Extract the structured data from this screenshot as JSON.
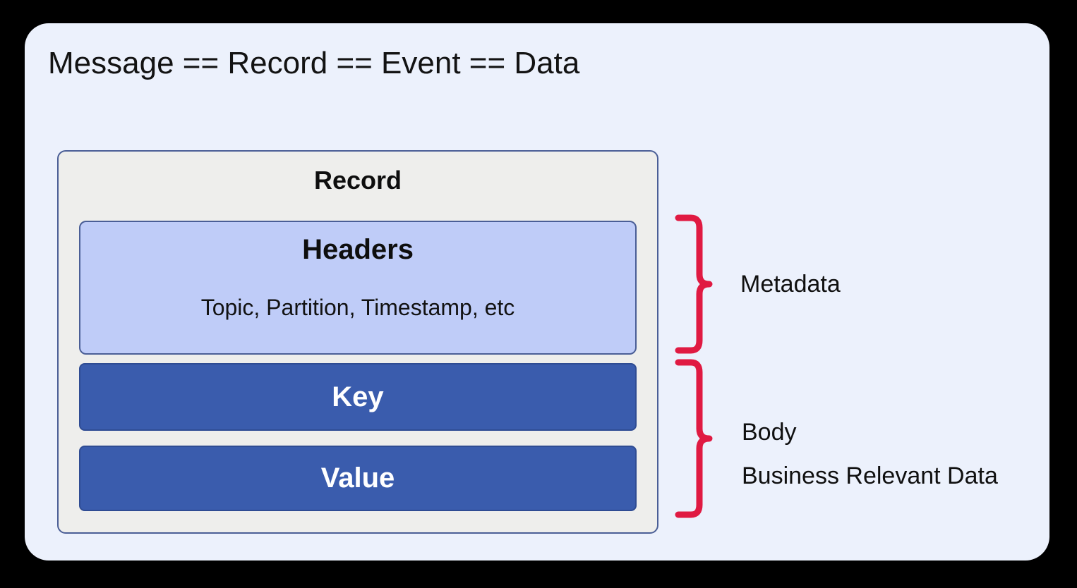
{
  "title": "Message == Record == Event == Data",
  "record": {
    "label": "Record",
    "headers": {
      "title": "Headers",
      "subtitle": "Topic, Partition, Timestamp, etc"
    },
    "key": {
      "label": "Key"
    },
    "value": {
      "label": "Value"
    }
  },
  "annotations": {
    "metadata": "Metadata",
    "body": "Body",
    "body_detail": "Business Relevant Data"
  },
  "colors": {
    "page_background": "#000000",
    "card_background": "#ecf1fc",
    "record_fill": "#eeeeec",
    "record_border": "#4a5e96",
    "headers_fill": "#bfccf8",
    "key_value_fill": "#3a5cad",
    "brace_stroke": "#e01a42",
    "text": "#101010",
    "key_value_text": "#ffffff"
  }
}
